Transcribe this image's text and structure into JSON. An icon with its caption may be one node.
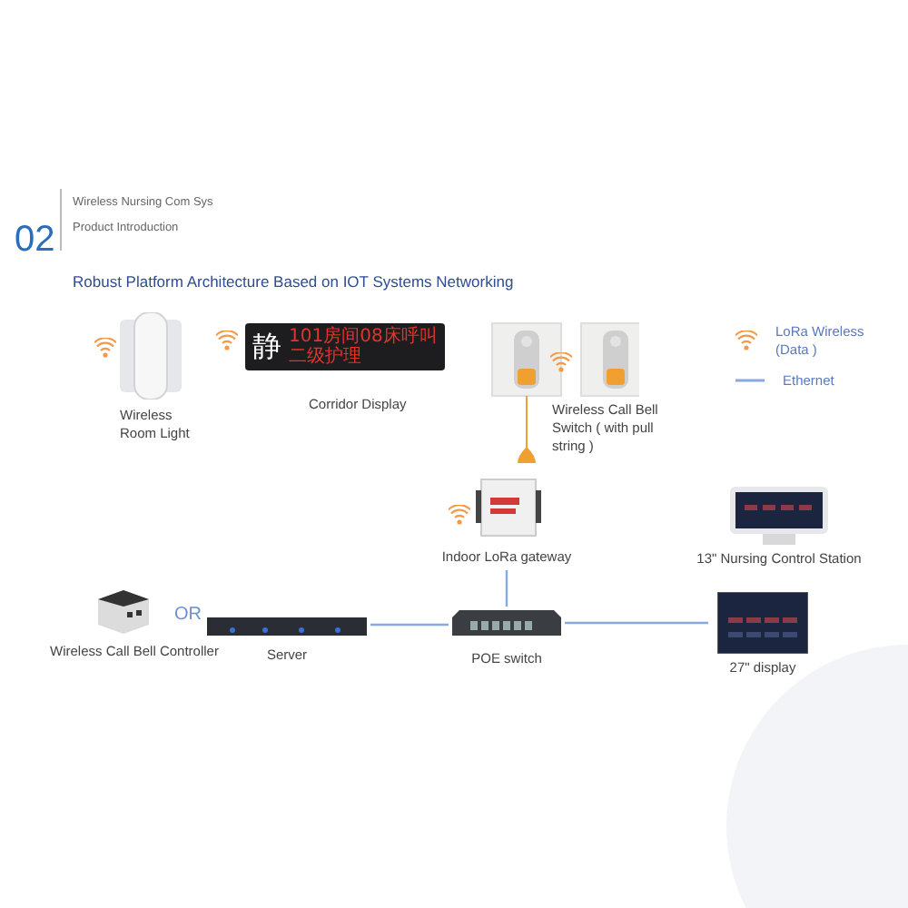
{
  "diagram": {
    "title": "Robust Platform Architecture Based on IOT Systems Networking",
    "nodes": [
      {
        "text": [
          "Wireless Room Light"
        ]
      },
      {
        "text": [
          "Corridor Display"
        ]
      },
      {
        "text": [
          "Wireless Call Bell Switch ( with pull string )"
        ]
      },
      {
        "text": [
          "Indoor LoRa gateway"
        ]
      },
      {
        "text": [
          "Wireless Call Bell Controller"
        ]
      },
      {
        "text": [
          "Server"
        ]
      },
      {
        "text": [
          "POE switch"
        ]
      },
      {
        "text": [
          "13\" Nursing Control Station"
        ]
      },
      {
        "text": [
          "27\" display"
        ]
      }
    ],
    "edges": [
      {
        "from": 5,
        "to": 6,
        "arrow": "none"
      },
      {
        "from": 3,
        "to": 6,
        "arrow": "none"
      },
      {
        "from": 6,
        "to": 8,
        "arrow": "none"
      }
    ],
    "labels": [
      "02",
      "Wireless Nursing Com Sys",
      "Product Introduction",
      "静",
      "101房间08床呼叫",
      "二级护理",
      "OR"
    ],
    "legend": [
      {
        "text": "LoRa Wireless (Data )"
      },
      {
        "text": "Ethernet"
      }
    ]
  }
}
